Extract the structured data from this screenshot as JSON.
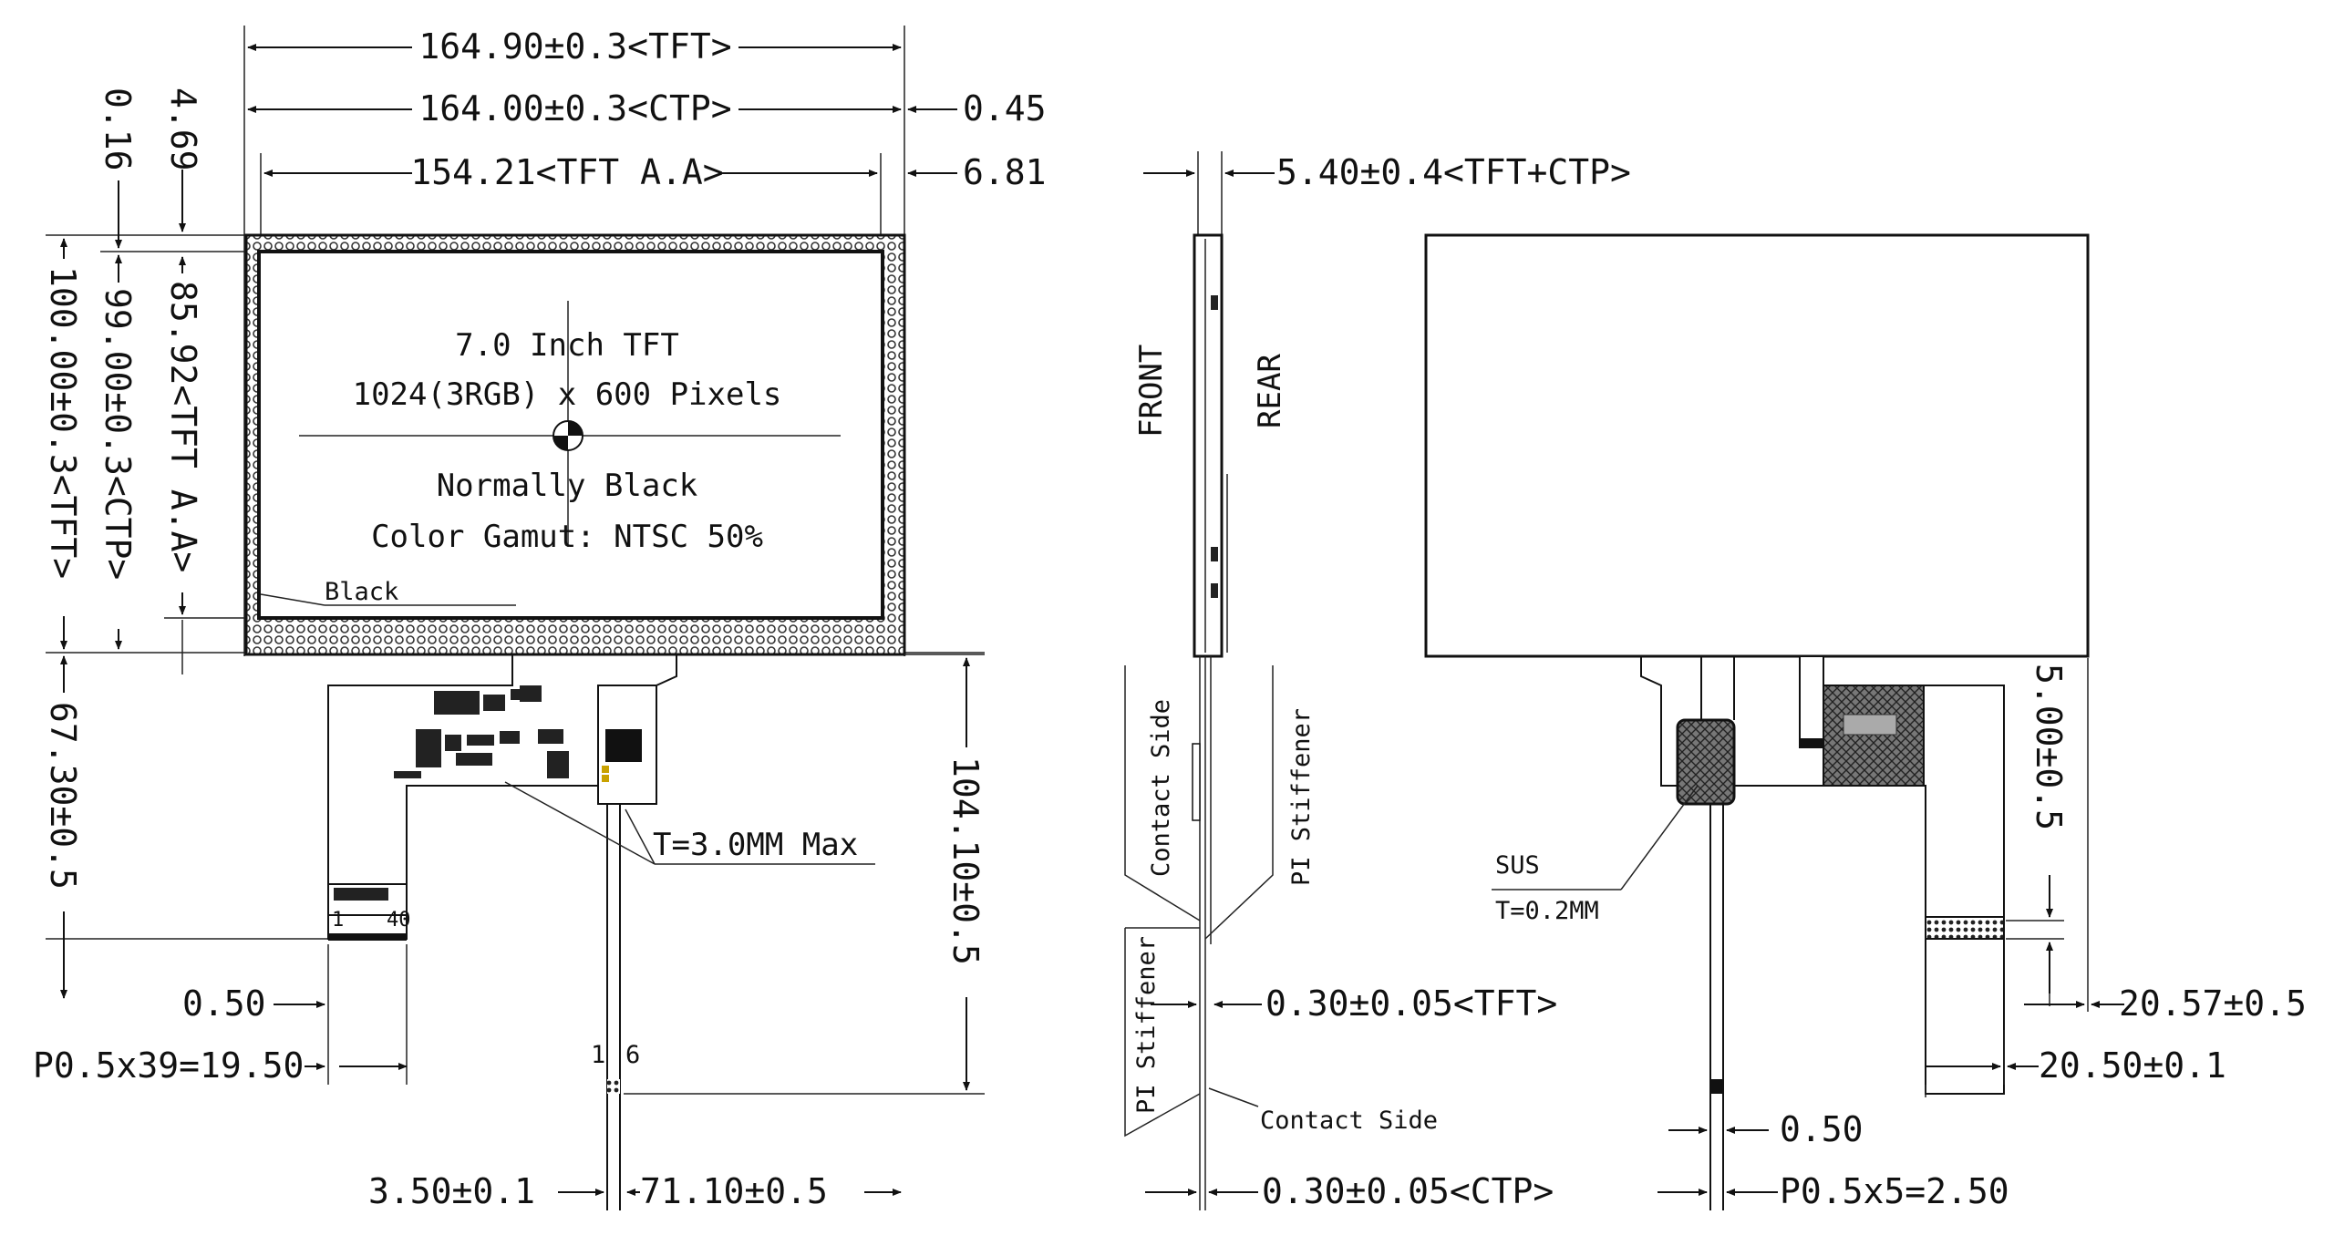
{
  "front_view": {
    "dim_top_tft": "164.90±0.3<TFT>",
    "dim_top_ctp": "164.00±0.3<CTP>",
    "dim_top_aa": "154.21<TFT A.A>",
    "dim_right_045": "0.45",
    "dim_right_681": "6.81",
    "dim_left_469": "4.69",
    "dim_left_016": "0.16",
    "dim_left_aa": "85.92<TFT A.A>",
    "dim_left_ctp": "99.00±0.3<CTP>",
    "dim_left_tft": "100.00±0.3<TFT>",
    "dim_left_fpc": "67.30±0.5",
    "dim_right_fpc": "104.10±0.5",
    "panel_line1": "7.0 Inch TFT",
    "panel_line2": "1024(3RGB) x 600 Pixels",
    "panel_line3": "Normally Black",
    "panel_line4": "Color Gamut: NTSC 50%",
    "black_label": "Black",
    "thickness_note": "T=3.0MM Max",
    "dim_050": "0.50",
    "dim_pitch": "P0.5x39=19.50",
    "dim_350": "3.50±0.1",
    "dim_7110": "71.10±0.5",
    "pin_1": "1",
    "pin_6": "6",
    "pin_40": "40",
    "pin_1b": "1"
  },
  "side_view": {
    "dim_thickness": "5.40±0.4<TFT+CTP>",
    "front_label": "FRONT",
    "rear_label": "REAR",
    "contact_side_top": "Contact Side",
    "pi_stiffener_right": "PI Stiffener",
    "pi_stiffener_left": "PI Stiffener",
    "dim_tft_fpc": "0.30±0.05<TFT>",
    "contact_side_bottom": "Contact Side",
    "dim_ctp_fpc": "0.30±0.05<CTP>"
  },
  "rear_view": {
    "sus_label": "SUS",
    "sus_thickness": "T=0.2MM",
    "dim_500": "5.00±0.5",
    "dim_2057": "20.57±0.5",
    "dim_2050": "20.50±0.1",
    "dim_050": "0.50",
    "dim_pitch": "P0.5x5=2.50"
  }
}
